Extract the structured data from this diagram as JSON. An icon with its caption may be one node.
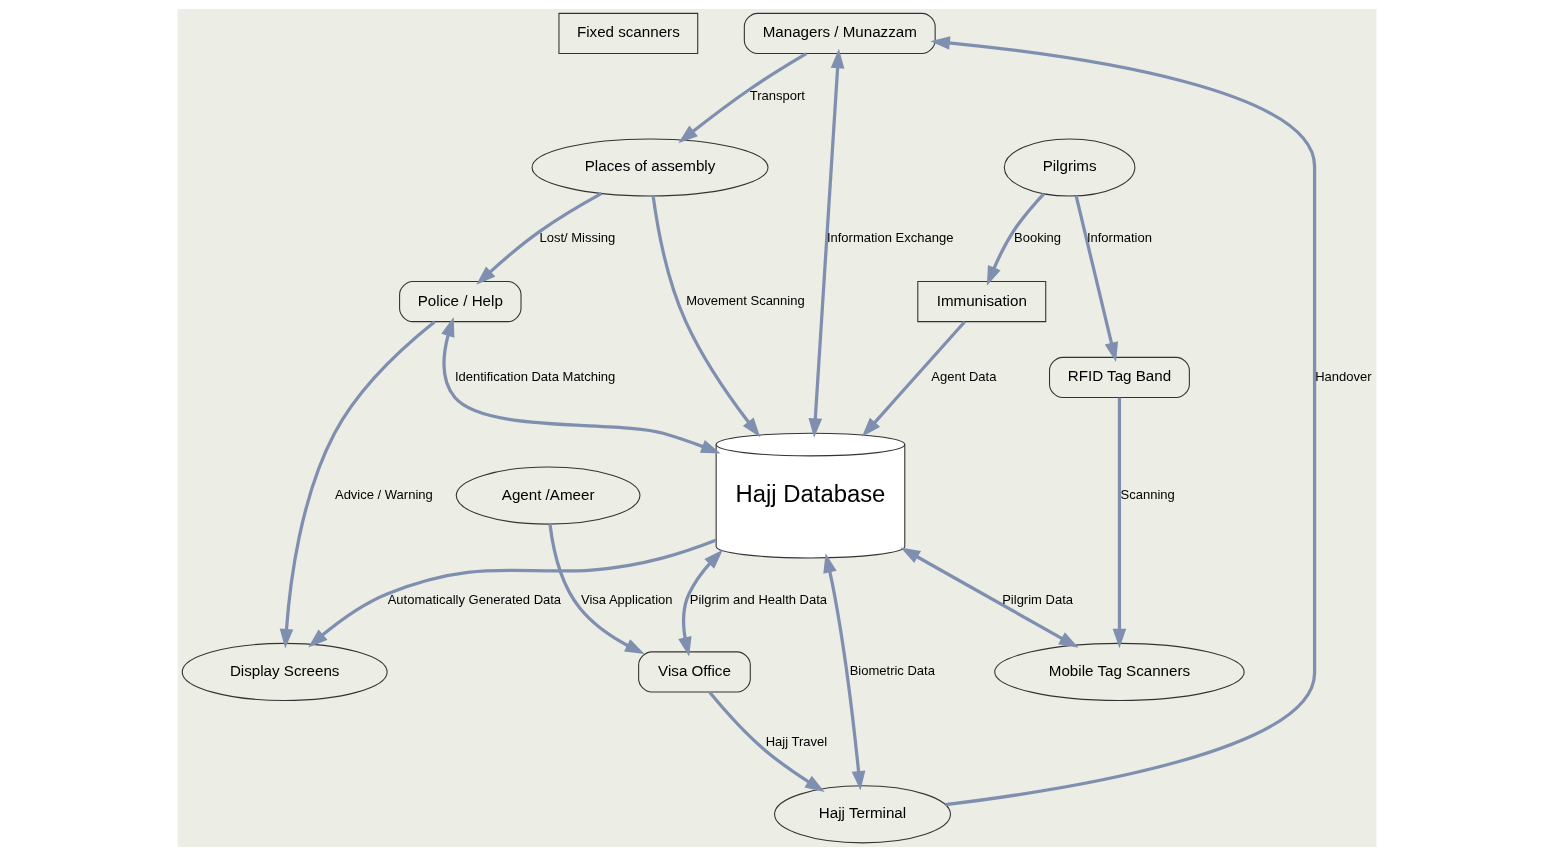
{
  "diagram": {
    "nodes": [
      {
        "text": [
          "Fixed scanners"
        ]
      },
      {
        "text": [
          "Managers / Munazzam"
        ]
      },
      {
        "text": [
          "Hajj Terminal"
        ]
      },
      {
        "text": [
          "Visa Office"
        ]
      },
      {
        "text": [
          "Places of assembly"
        ]
      },
      {
        "text": [
          "Agent /Ameer"
        ]
      },
      {
        "text": [
          "Police / Help"
        ]
      },
      {
        "text": [
          "Hajj Database"
        ]
      },
      {
        "text": [
          "Immunisation"
        ]
      },
      {
        "text": [
          "Display Screens"
        ]
      },
      {
        "text": [
          "Mobile Tag Scanners"
        ]
      },
      {
        "text": [
          "RFID Tag Band"
        ]
      },
      {
        "text": [
          "Pilgrims"
        ]
      }
    ],
    "edges": [
      {
        "from": 2,
        "to": 1,
        "arrow": "to",
        "label": "Handover"
      },
      {
        "from": 3,
        "to": 2,
        "arrow": "to",
        "label": "Hajj Travel"
      },
      {
        "from": 1,
        "to": 4,
        "arrow": "to",
        "label": "Transport"
      },
      {
        "from": 1,
        "to": 7,
        "arrow": "both",
        "label": "Information Exchange"
      },
      {
        "from": 7,
        "to": 2,
        "arrow": "both",
        "label": "Biometric Data"
      },
      {
        "from": 7,
        "to": 3,
        "arrow": "both",
        "label": "Pilgrim and Health Data"
      },
      {
        "from": 5,
        "to": 3,
        "arrow": "to",
        "label": "Visa Application"
      },
      {
        "from": 4,
        "to": 7,
        "arrow": "to",
        "label": "Movement Scanning"
      },
      {
        "from": 4,
        "to": 6,
        "arrow": "to",
        "label": "Lost/ Missing"
      },
      {
        "from": 6,
        "to": 7,
        "arrow": "both",
        "label": "Identification Data Matching"
      },
      {
        "from": 8,
        "to": 7,
        "arrow": "to",
        "label": "Agent Data"
      },
      {
        "from": 7,
        "to": 9,
        "arrow": "to",
        "label": "Automatically Generated Data"
      },
      {
        "from": 7,
        "to": 10,
        "arrow": "both",
        "label": "Pilgrim Data"
      },
      {
        "from": 6,
        "to": 9,
        "arrow": "to",
        "label": "Advice / Warning"
      },
      {
        "from": 12,
        "to": 8,
        "arrow": "to",
        "label": "Booking"
      },
      {
        "from": 12,
        "to": 11,
        "arrow": "to",
        "label": "Information"
      },
      {
        "from": 11,
        "to": 10,
        "arrow": "to",
        "label": "Scanning"
      }
    ]
  }
}
